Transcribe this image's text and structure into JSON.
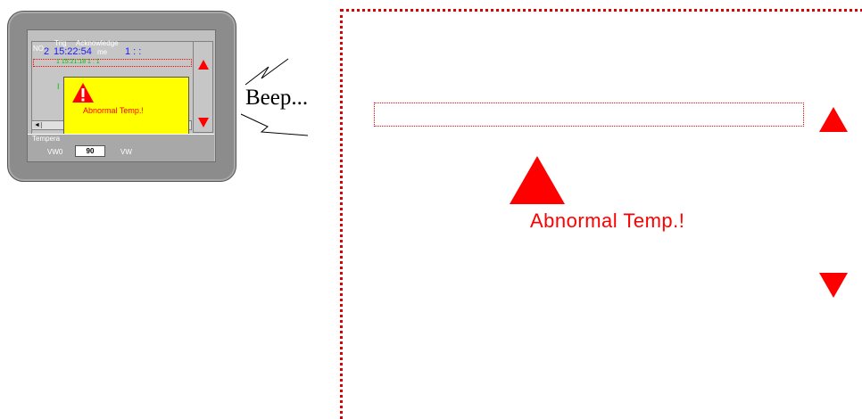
{
  "device": {
    "columns": {
      "no": "NO",
      "trig": "Trig",
      "acknowledge": "Acknowledge",
      "time": "me"
    },
    "alarm_row": {
      "number": "2",
      "trig_time": "15:22:54",
      "ack_time": "1 :   :"
    },
    "green_row": "1  15:21:18  1 : 1",
    "green_marker": "I",
    "popup": {
      "message": "Abnormal Temp.!"
    },
    "scroll_left_glyph": "◄",
    "temperature": {
      "label": "Tempera",
      "left_tag": "VW0",
      "value": "90",
      "right_tag": "VW"
    }
  },
  "beep": {
    "text": "Beep..."
  },
  "zoom": {
    "message": "Abnormal Temp.!"
  },
  "colors": {
    "alarm_red": "#ff0000",
    "popup_yellow": "#ffff00",
    "record_blue": "#1a1aff",
    "record_green": "#00c000"
  },
  "icons": [
    "warning-icon",
    "scroll-up-icon",
    "scroll-down-icon",
    "scroll-left-icon"
  ]
}
